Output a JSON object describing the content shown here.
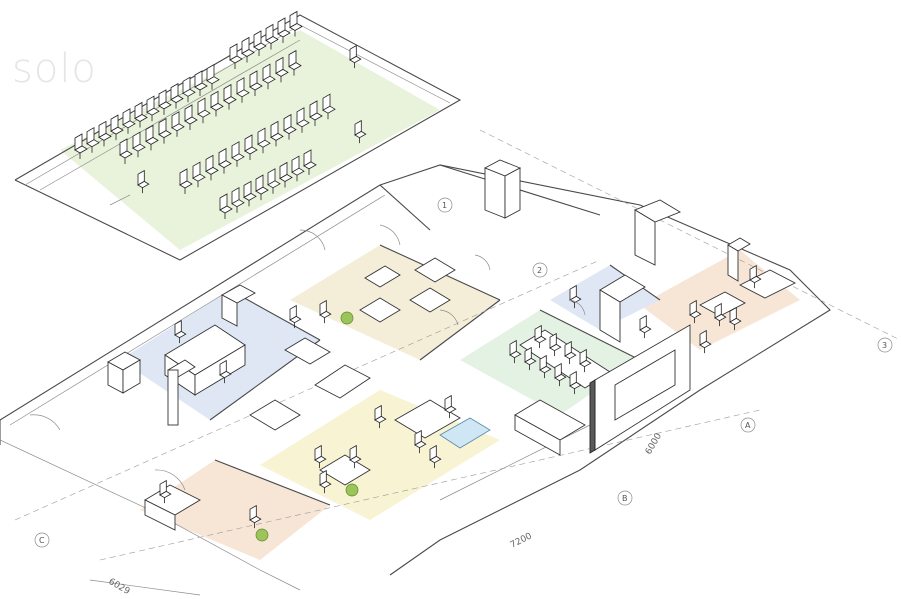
{
  "logo_text": "solo",
  "dimensions": [
    {
      "id": "dim-7200",
      "text": "7200"
    },
    {
      "id": "dim-6000",
      "text": "6000"
    },
    {
      "id": "dim-6029",
      "text": "6029"
    }
  ],
  "axis_markers": [
    {
      "id": "axis-1",
      "text": "1"
    },
    {
      "id": "axis-2",
      "text": "2"
    },
    {
      "id": "axis-3",
      "text": "3"
    },
    {
      "id": "axis-a",
      "text": "A"
    },
    {
      "id": "axis-b",
      "text": "B"
    },
    {
      "id": "axis-c",
      "text": "C"
    }
  ],
  "zone_colors": {
    "green": "#e9f3dc",
    "blue": "#dfe7f5",
    "cream": "#f4eed8",
    "yellow": "#f7f3d3",
    "peach": "#f7e6d6",
    "mint": "#e4f2e4"
  }
}
